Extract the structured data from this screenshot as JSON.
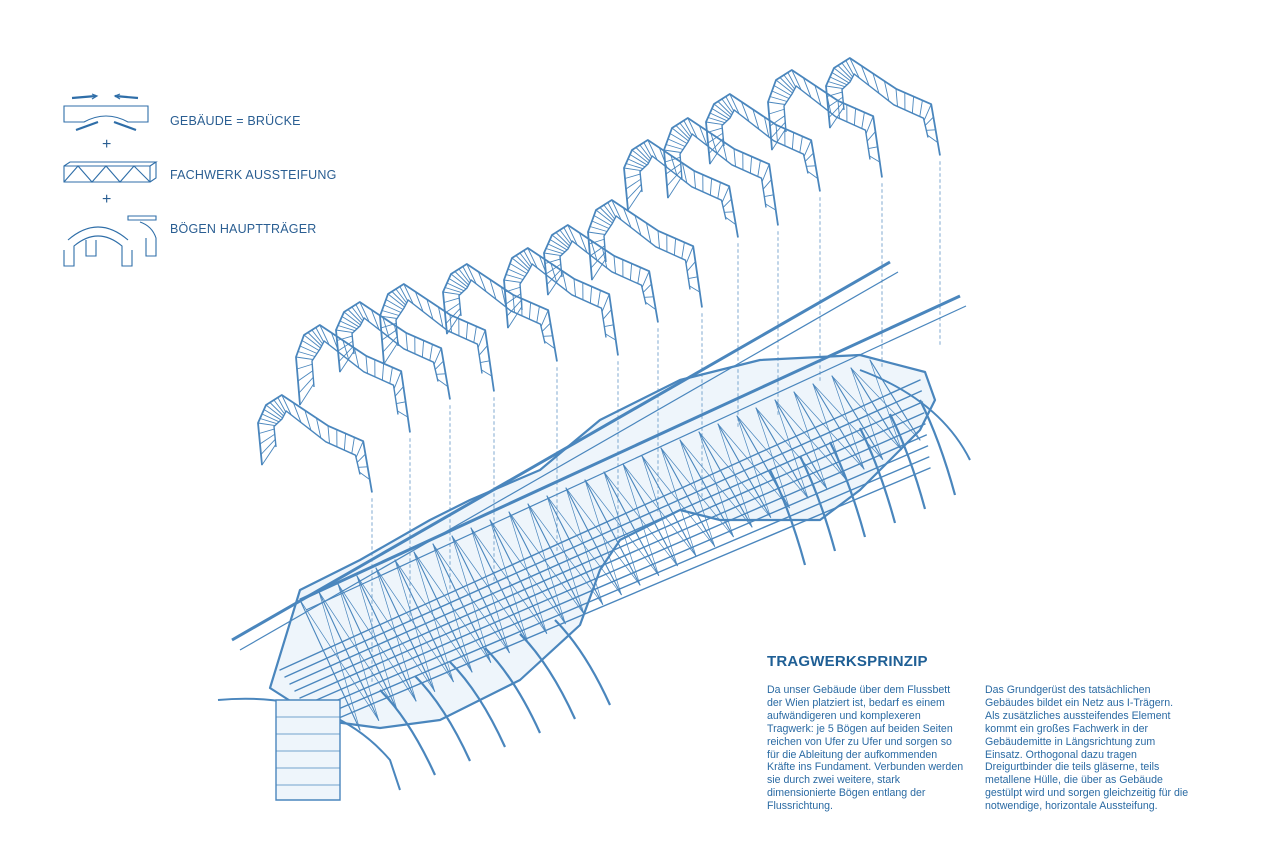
{
  "legend": {
    "items": [
      {
        "label": "GEBÄUDE = BRÜCKE",
        "icon": "bridge-building-icon"
      },
      {
        "label": "FACHWERK AUSSTEIFUNG",
        "icon": "truss-icon"
      },
      {
        "label": "BÖGEN HAUPTTRÄGER",
        "icon": "arch-icon"
      }
    ],
    "plus": "+"
  },
  "text": {
    "title": "TRAGWERKSPRINZIP",
    "paragraph_left": "Da unser Gebäude über dem Flussbett der Wien platziert ist, bedarf es einem aufwändigeren und komplexeren Tragwerk: je 5 Bögen auf beiden Seiten reichen von Ufer zu Ufer und sorgen so für die Ableitung der aufkommenden Kräfte ins Fundament. Verbunden werden sie durch zwei weitere, stark dimensionierte Bögen entlang der Flussrichtung.",
    "paragraph_right": "Das Grundgerüst des tatsächlichen Gebäudes bildet ein Netz aus I-Trägern. Als zusätzliches aussteifendes Element kommt ein großes Fachwerk in der Gebäudemitte in Längsrichtung zum Einsatz. Orthogonal dazu tragen Dreigurtbinder die teils gläserne, teils metallene Hülle, die über as Gebäude gestülpt wird und sorgen gleichzeitig für die notwendige, horizontale Aussteifung."
  },
  "colors": {
    "line": "#4a86bd",
    "text": "#1f5f95",
    "fill": "#e8f1f9"
  }
}
